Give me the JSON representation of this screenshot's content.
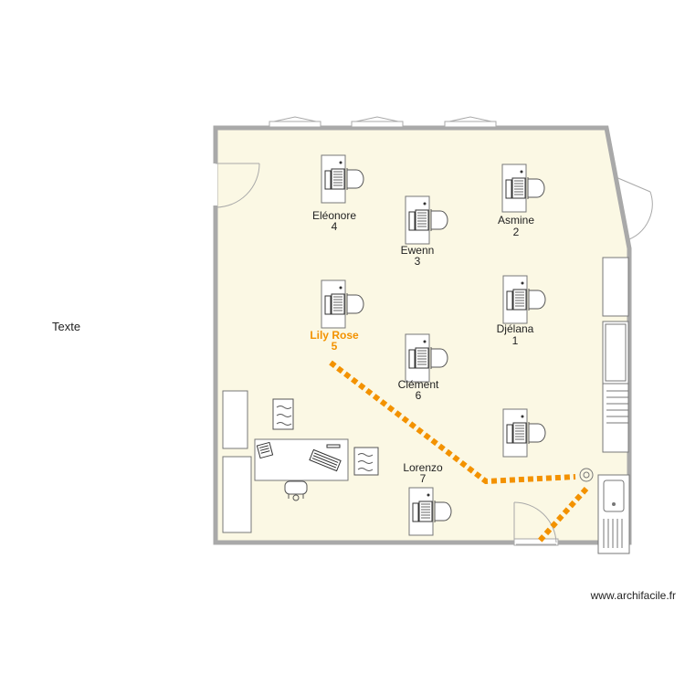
{
  "free_text": "Texte",
  "watermark": "www.archifacile.fr",
  "colors": {
    "floor": "#fbf8e4",
    "wall": "#a9a9a9",
    "path": "#f39200",
    "highlight": "#f39200",
    "label": "#222222"
  },
  "students": [
    {
      "name": "Eléonore",
      "number": "4",
      "highlighted": false
    },
    {
      "name": "Asmine",
      "number": "2",
      "highlighted": false
    },
    {
      "name": "Ewenn",
      "number": "3",
      "highlighted": false
    },
    {
      "name": "Lily Rose",
      "number": "5",
      "highlighted": true
    },
    {
      "name": "Djélana",
      "number": "1",
      "highlighted": false
    },
    {
      "name": "Clément",
      "number": "6",
      "highlighted": false
    },
    {
      "name": "Lorenzo",
      "number": "7",
      "highlighted": false
    }
  ],
  "icons": [
    "desk-icon",
    "chair-icon",
    "door-icon",
    "window-icon",
    "sink-icon",
    "cabinet-icon",
    "radiator-icon",
    "teacher-desk-icon"
  ]
}
